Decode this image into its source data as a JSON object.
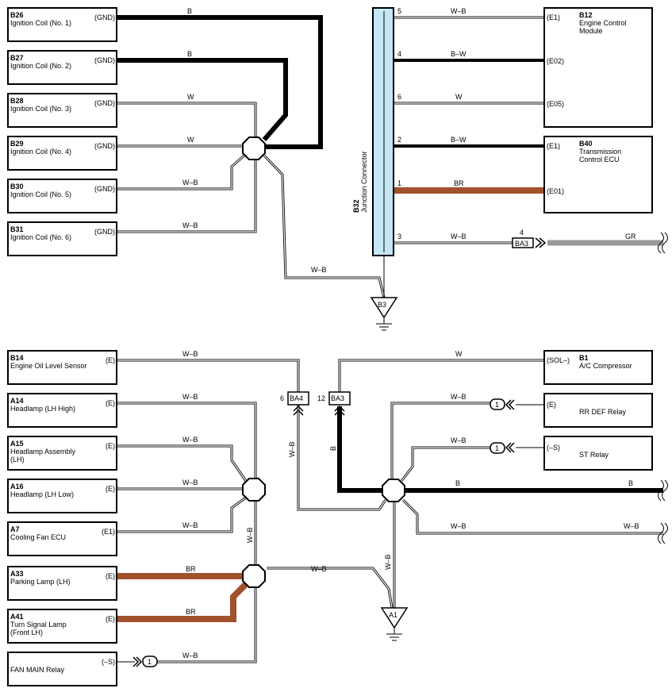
{
  "colors": {
    "brown": "#A0522D",
    "gray": "#9a9a9a",
    "connector_fill": "#c4e6f5",
    "line": "#000000"
  },
  "components": [
    {
      "id": "B26",
      "code": "B26",
      "name": [
        "Ignition Coil (No. 1)"
      ],
      "pin": "(GND)"
    },
    {
      "id": "B27",
      "code": "B27",
      "name": [
        "Ignition Coil (No. 2)"
      ],
      "pin": "(GND)"
    },
    {
      "id": "B28",
      "code": "B28",
      "name": [
        "Ignition Coil (No. 3)"
      ],
      "pin": "(GND)"
    },
    {
      "id": "B29",
      "code": "B29",
      "name": [
        "Ignition Coil (No. 4)"
      ],
      "pin": "(GND)"
    },
    {
      "id": "B30",
      "code": "B30",
      "name": [
        "Ignition Coil (No. 5)"
      ],
      "pin": "(GND)"
    },
    {
      "id": "B31",
      "code": "B31",
      "name": [
        "Ignition Coil (No. 6)"
      ],
      "pin": "(GND)"
    },
    {
      "id": "B12",
      "code": "B12",
      "name": [
        "Engine Control",
        "Module"
      ],
      "pin": "(E1)"
    },
    {
      "id": "B40",
      "code": "B40",
      "name": [
        "Transmission",
        "Control ECU"
      ],
      "pin": "(E1)"
    },
    {
      "id": "B14",
      "code": "B14",
      "name": [
        "Engine Oil Level Sensor"
      ],
      "pin": "(E)"
    },
    {
      "id": "A14",
      "code": "A14",
      "name": [
        "Headlamp (LH High)"
      ],
      "pin": "(E)"
    },
    {
      "id": "A15",
      "code": "A15",
      "name": [
        "Headlamp Assembly",
        "(LH)"
      ],
      "pin": "(E)"
    },
    {
      "id": "A16",
      "code": "A16",
      "name": [
        "Headlamp (LH Low)"
      ],
      "pin": "(E)"
    },
    {
      "id": "A7",
      "code": "A7",
      "name": [
        "Cooling Fan ECU"
      ],
      "pin": "(E1)"
    },
    {
      "id": "A33",
      "code": "A33",
      "name": [
        "Parking Lamp (LH)"
      ],
      "pin": "(E)"
    },
    {
      "id": "A41",
      "code": "A41",
      "name": [
        "Turn Signal Lamp",
        "(Front LH)"
      ],
      "pin": "(E)"
    },
    {
      "id": "FANMAIN",
      "code": "",
      "name": [
        "FAN MAIN Relay"
      ],
      "pin": "(–S)"
    },
    {
      "id": "B1",
      "code": "B1",
      "name": [
        "A/C Compressor"
      ],
      "pin": "(SOL–)"
    },
    {
      "id": "RRDEF",
      "code": "",
      "name": [
        "RR DEF Relay"
      ],
      "pin": "(E)"
    },
    {
      "id": "ST",
      "code": "",
      "name": [
        "ST Relay"
      ],
      "pin": "(–S)"
    }
  ],
  "extra_pins": {
    "b12_e02": "(E02)",
    "b12_e05": "(E05)",
    "b40_e01": "(E01)"
  },
  "junction_connector": {
    "code": "B32",
    "name": "Junction Connector"
  },
  "junction_pins": [
    "5",
    "4",
    "6",
    "2",
    "1",
    "3"
  ],
  "wires": {
    "w_b26": "B",
    "w_b27": "B",
    "w_b28": "W",
    "w_b29": "W",
    "w_b30": "W–B",
    "w_b31": "W–B",
    "w_b3": "W–B",
    "w_p5": "W–B",
    "w_p4": "B–W",
    "w_p6": "W",
    "w_p2": "B–W",
    "w_p1": "BR",
    "w_p3": "W–B",
    "w_gr": "GR",
    "w_b14": "W–B",
    "w_a14": "W–B",
    "w_a15": "W–B",
    "w_a16": "W–B",
    "w_a7": "W–B",
    "w_a33": "BR",
    "w_a41": "BR",
    "w_fan": "W–B",
    "w_vert1": "W–B",
    "w_j2j3": "W–B",
    "w_ba4v": "W–B",
    "w_ba3v": "B",
    "w_a1v": "W–B",
    "w_b1": "W",
    "w_rrdef": "W–B",
    "w_st": "W–B",
    "w_b_out1": "B",
    "w_b_out2": "B",
    "w_wb_out1": "W–B",
    "w_wb_out2": "W–B"
  },
  "inline_connectors": {
    "ba3_top": "BA3",
    "ba4": "BA4",
    "ba3_mid": "BA3"
  },
  "inline_pins": {
    "ba3_top": "4",
    "ba4": "6",
    "ba3_mid": "12",
    "c_rrdef": "1",
    "c_st": "1",
    "c_fan": "1"
  },
  "grounds": {
    "b3": "B3",
    "a1": "A1"
  }
}
